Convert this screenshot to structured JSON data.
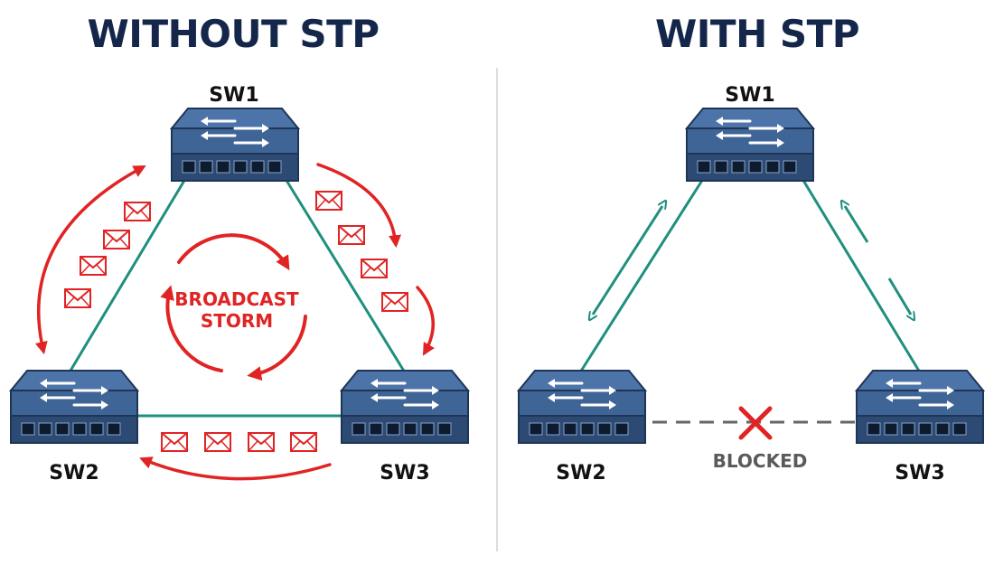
{
  "titles": {
    "left": "WITHOUT STP",
    "right": "WITH STP"
  },
  "switches": {
    "left": {
      "sw1": "SW1",
      "sw2": "SW2",
      "sw3": "SW3"
    },
    "right": {
      "sw1": "SW1",
      "sw2": "SW2",
      "sw3": "SW3"
    }
  },
  "storm": {
    "line1": "BROADCAST",
    "line2": "STORM"
  },
  "blocked_label": "BLOCKED",
  "colors": {
    "title": "#14264a",
    "switch_body": "#3f6496",
    "switch_dark": "#2c4a74",
    "link": "#1f8f7e",
    "storm": "#e02424",
    "blocked_line": "#666666"
  },
  "icons": {
    "switch": "network-switch-icon",
    "envelope": "envelope-icon",
    "blocked": "red-x-icon"
  }
}
